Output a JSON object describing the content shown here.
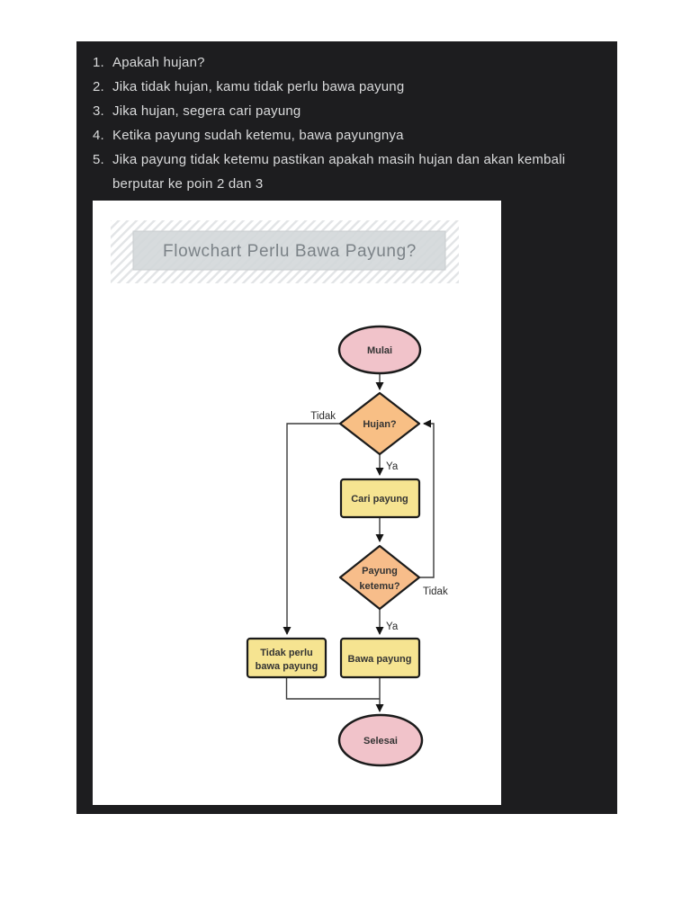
{
  "page": {
    "background_color": "#ffffff",
    "slide_background_color": "#1d1d1f",
    "instruction_text_color": "#d9dadb"
  },
  "instructions": {
    "items": [
      {
        "number": "1.",
        "text": "Apakah hujan?"
      },
      {
        "number": "2.",
        "text": "Jika tidak hujan, kamu tidak perlu bawa payung"
      },
      {
        "number": "3.",
        "text": "Jika hujan, segera cari payung"
      },
      {
        "number": "4.",
        "text": "Ketika payung sudah ketemu, bawa payungnya"
      },
      {
        "number": "5.",
        "text": "Jika payung tidak ketemu pastikan apakah masih hujan dan akan kembali berputar ke poin 2 dan 3"
      }
    ]
  },
  "flowchart": {
    "title": "Flowchart Perlu Bawa Payung?",
    "title_colors": {
      "text": "#7b8287",
      "box_fill": "#d3d7d9",
      "box_border": "#c9cdcf",
      "hatch_stripe": "#e2e4e6"
    },
    "nodes": {
      "start": {
        "type": "terminator",
        "label": "Mulai",
        "fill": "#f1c3ca"
      },
      "decision_rain": {
        "type": "decision",
        "label": "Hujan?",
        "fill": "#f8bf85"
      },
      "process_find": {
        "type": "process",
        "label": "Cari payung",
        "fill": "#f6e491"
      },
      "decision_found": {
        "type": "decision",
        "label_line1": "Payung",
        "label_line2": "ketemu?",
        "fill": "#f7bd8a"
      },
      "process_no_need": {
        "type": "process",
        "label_line1": "Tidak perlu",
        "label_line2": "bawa payung",
        "fill": "#f6e491"
      },
      "process_bring": {
        "type": "process",
        "label": "Bawa payung",
        "fill": "#f6e491"
      },
      "end": {
        "type": "terminator",
        "label": "Selesai",
        "fill": "#f1c3ca"
      }
    },
    "edge_labels": {
      "rain_no": "Tidak",
      "rain_yes": "Ya",
      "found_no": "Tidak",
      "found_yes": "Ya"
    },
    "connector_color": "#3a3a3a",
    "node_border_color": "#1b1b1b"
  }
}
